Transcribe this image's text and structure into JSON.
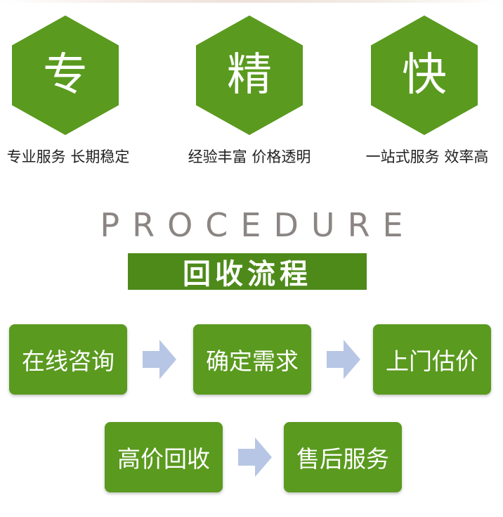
{
  "features": [
    {
      "char": "专",
      "caption": "专业服务 长期稳定"
    },
    {
      "char": "精",
      "caption": "经验丰富 价格透明"
    },
    {
      "char": "快",
      "caption": "一站式服务 效率高"
    }
  ],
  "procedure": {
    "heading_en": "PROCEDURE",
    "heading_cn": "回收流程"
  },
  "steps": [
    {
      "label": "在线咨询"
    },
    {
      "label": "确定需求"
    },
    {
      "label": "上门估价"
    },
    {
      "label": "高价回收"
    },
    {
      "label": "售后服务"
    }
  ],
  "colors": {
    "green": "#5a9a1f",
    "dark_green": "#4e8a1a",
    "arrow": "#b7c6e4",
    "gray_text": "#8b8583"
  },
  "icons": [
    "hexagon-badge",
    "arrow-right-icon"
  ]
}
